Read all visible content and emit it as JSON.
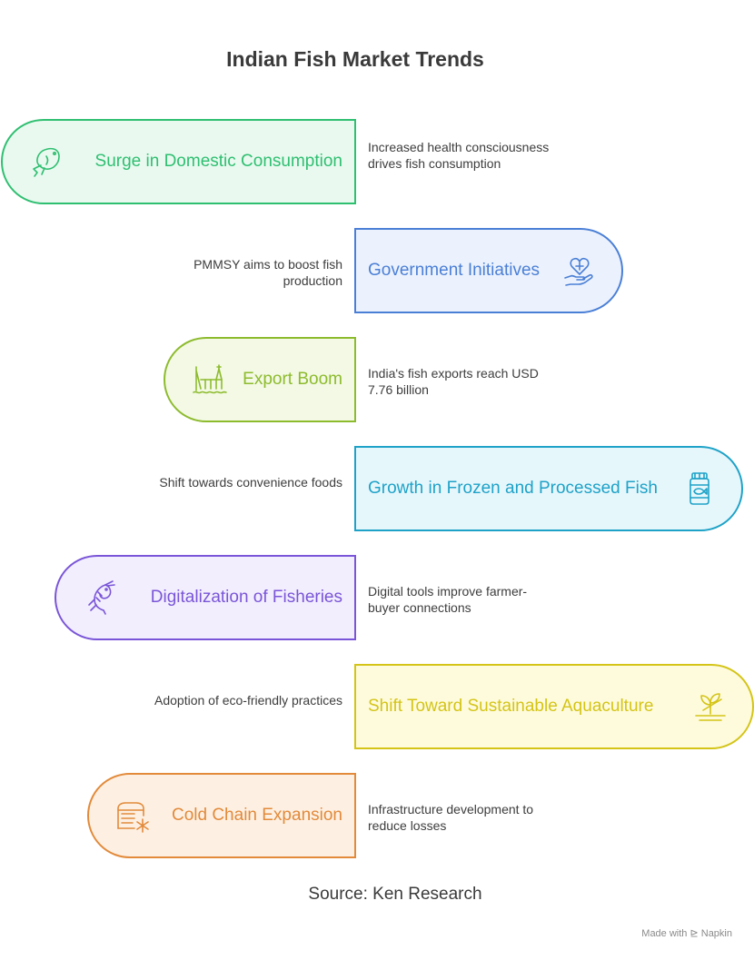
{
  "title": "Indian Fish Market Trends",
  "items": [
    {
      "label": "Surge in Domestic Consumption",
      "desc": "Increased health consciousness drives fish consumption",
      "icon": "fish-icon",
      "color": "#2fbf71",
      "bg": "#e9f9ef"
    },
    {
      "label": "Government Initiatives",
      "desc": "PMMSY aims to boost fish production",
      "icon": "heart-hand-icon",
      "color": "#4a7fd6",
      "bg": "#ecf2fd"
    },
    {
      "label": "Export Boom",
      "desc": "India's fish exports reach USD 7.76 billion",
      "icon": "oil-rig-icon",
      "color": "#8dbb2e",
      "bg": "#f3f9e4"
    },
    {
      "label": "Growth in Frozen and Processed Fish",
      "desc": "Shift towards convenience foods",
      "icon": "fish-jar-icon",
      "color": "#1ea2c7",
      "bg": "#e6f7fc"
    },
    {
      "label": "Digitalization of Fisheries",
      "desc": "Digital tools improve farmer-buyer connections",
      "icon": "shrimp-icon",
      "color": "#7a55d8",
      "bg": "#f2eefd"
    },
    {
      "label": "Shift Toward Sustainable Aquaculture",
      "desc": "Adoption of eco-friendly practices",
      "icon": "sprout-hand-icon",
      "color": "#d4c417",
      "bg": "#fefbdd"
    },
    {
      "label": "Cold Chain Expansion",
      "desc": "Infrastructure development to reduce losses",
      "icon": "cold-storage-icon",
      "color": "#e28a3a",
      "bg": "#fdf0e3"
    }
  ],
  "source": "Source: Ken Research",
  "brand": "Made with ⊵ Napkin"
}
